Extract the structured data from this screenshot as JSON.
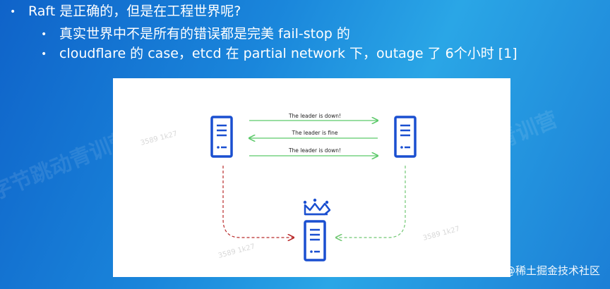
{
  "bullets": [
    {
      "text": "Raft 是正确的，但是在工程世界呢?"
    },
    {
      "text": "真实世界中不是所有的错误都是完美 fail-stop 的"
    },
    {
      "text": "cloudflare 的 case，etcd 在 partial network 下，outage 了 6个小时 [1]"
    }
  ],
  "diagram": {
    "messages": [
      "The leader is down!",
      "The leader is fine",
      "The leader is down!"
    ],
    "colors": {
      "server_blue": "#1a4fd0",
      "crown_blue": "#1a4fd0",
      "arrow_green": "#5cc96a",
      "dashed_red": "#b92b2b",
      "dashed_green": "#72c874"
    }
  },
  "watermark": "@稀土掘金技术社区"
}
